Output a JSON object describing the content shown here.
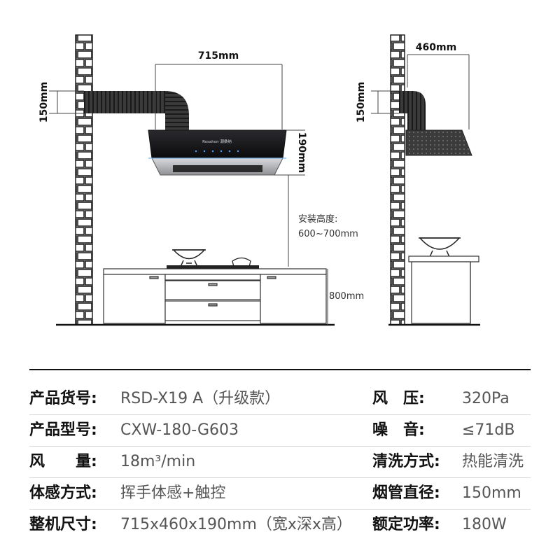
{
  "diagram": {
    "width_front": "715mm",
    "width_side": "460mm",
    "duct_left": "150mm",
    "duct_right": "150mm",
    "hood_height": "190mm",
    "install_label": "安装高度:",
    "install_range": "600~700mm",
    "counter_height": "800mm",
    "brand_text": "Rosahon 潮桑纳"
  },
  "specs": {
    "rows": [
      {
        "label_left": "产品货号:",
        "value_left": "RSD-X19 A（升级款）",
        "label_right": "风　压:",
        "value_right": "320Pa"
      },
      {
        "label_left": "产品型号:",
        "value_left": "CXW-180-G603",
        "label_right": "噪　音:",
        "value_right": "≤71dB"
      },
      {
        "label_left": "风　　量:",
        "value_left": "18m³/min",
        "label_right": "清洗方式:",
        "value_right": "热能清洗"
      },
      {
        "label_left": "体感方式:",
        "value_left": "挥手体感+触控",
        "label_right": "烟管直径:",
        "value_right": "150mm"
      },
      {
        "label_left": "整机尺寸:",
        "value_left": "715x460x190mm（宽x深x高）",
        "label_right": "额定功率:",
        "value_right": "180W"
      }
    ]
  }
}
